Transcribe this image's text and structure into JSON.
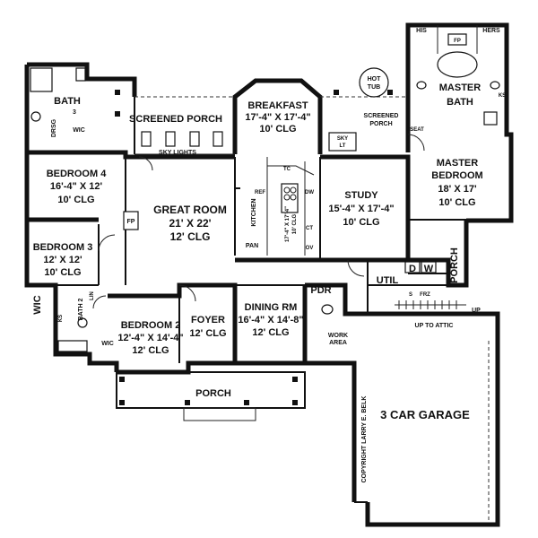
{
  "rooms": {
    "screened_porch": "SCREENED PORCH",
    "sky_lights": "SKY LIGHTS",
    "breakfast": [
      "BREAKFAST",
      "17'-4\" X 17'-4\"",
      "10' CLG"
    ],
    "hot_tub": [
      "HOT",
      "TUB"
    ],
    "screened_porch_2": [
      "SCREENED",
      "PORCH"
    ],
    "sky_lt": [
      "SKY",
      "LT"
    ],
    "master_bath": [
      "MASTER",
      "BATH"
    ],
    "his": "HIS",
    "hers": "HERS",
    "fp_master": "FP",
    "ks_master": "KS",
    "seat": "SEAT",
    "master_bedroom": [
      "MASTER",
      "BEDROOM",
      "18' X 17'",
      "10' CLG"
    ],
    "bath_3": [
      "BATH",
      "3"
    ],
    "wic_3": "WIC",
    "drsg": "DRSG",
    "bedroom_4": [
      "BEDROOM 4",
      "16'-4\" X 12'",
      "10' CLG"
    ],
    "bedroom_3": [
      "BEDROOM 3",
      "12' X 12'",
      "10' CLG"
    ],
    "great_room": [
      "GREAT ROOM",
      "21' X 22'",
      "12' CLG"
    ],
    "fp_great": "FP",
    "kitchen": "KITCHEN",
    "pan": "PAN",
    "kitchen_island": [
      "17'-4\" X 17'-4\"",
      "10' CLG"
    ],
    "kitchen_marks": [
      "TC",
      "DW",
      "REF",
      "CT",
      "OV"
    ],
    "study": [
      "STUDY",
      "15'-4\" X 17'-4\"",
      "10' CLG"
    ],
    "porch_side": "PORCH",
    "d_label": "D",
    "w_label": "W",
    "util": "UTIL",
    "s_label": "S",
    "frz": "FRZ",
    "up": "UP",
    "up_to_attic": "UP TO ATTIC",
    "pdr": "PDR",
    "work_area": [
      "WORK",
      "AREA"
    ],
    "wic_left": "WIC",
    "ks_bath2": "KS",
    "lin": "LIN",
    "bath_2": "BATH 2",
    "wic_bed2": "WIC",
    "bedroom_2": [
      "BEDROOM 2",
      "12'-4\" X 14'-4\"",
      "12' CLG"
    ],
    "foyer": [
      "FOYER",
      "12' CLG"
    ],
    "dining": [
      "DINING RM",
      "16'-4\" X 14'-8\"",
      "12' CLG"
    ],
    "porch_front": "PORCH",
    "garage": "3 CAR GARAGE",
    "copyright": "COPYRIGHT LARRY E. BELK"
  }
}
